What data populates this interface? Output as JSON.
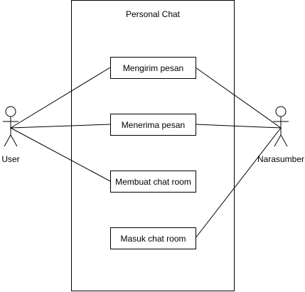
{
  "system": {
    "title": "Personal Chat"
  },
  "actors": [
    {
      "id": "user",
      "label": "User"
    },
    {
      "id": "narasumber",
      "label": "Narasumber"
    }
  ],
  "use_cases": [
    {
      "id": "uc1",
      "label": "Mengirim pesan"
    },
    {
      "id": "uc2",
      "label": "Menerima pesan"
    },
    {
      "id": "uc3",
      "label": "Membuat chat room"
    },
    {
      "id": "uc4",
      "label": "Masuk chat room"
    }
  ],
  "associations": [
    {
      "actor": "user",
      "use_case": "uc1"
    },
    {
      "actor": "user",
      "use_case": "uc2"
    },
    {
      "actor": "user",
      "use_case": "uc3"
    },
    {
      "actor": "narasumber",
      "use_case": "uc1"
    },
    {
      "actor": "narasumber",
      "use_case": "uc2"
    },
    {
      "actor": "narasumber",
      "use_case": "uc4"
    }
  ],
  "colors": {
    "stroke": "#000000",
    "background": "#ffffff"
  }
}
